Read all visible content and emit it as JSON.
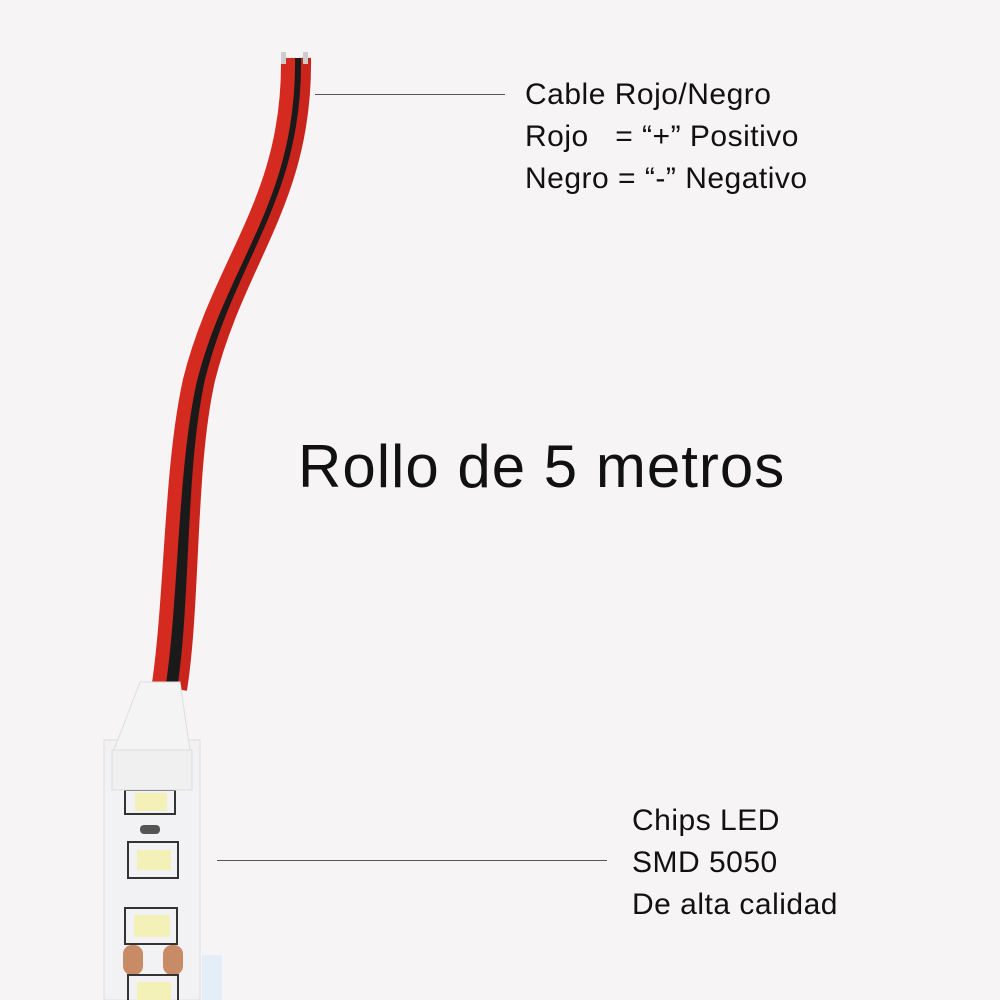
{
  "cable_note": {
    "lines": [
      "Cable Rojo/Negro",
      "Rojo   = “+” Positivo",
      "Negro = “-” Negativo"
    ]
  },
  "title": "Rollo de 5 metros",
  "chip_note": {
    "lines": [
      "Chips LED",
      "SMD 5050",
      "De alta calidad"
    ]
  },
  "colors": {
    "background": "#f6f4f5",
    "wire_red": "#d42a20",
    "wire_black": "#1a1a1a",
    "strip": "#f2f2f4",
    "led": "#f3f0b8"
  }
}
